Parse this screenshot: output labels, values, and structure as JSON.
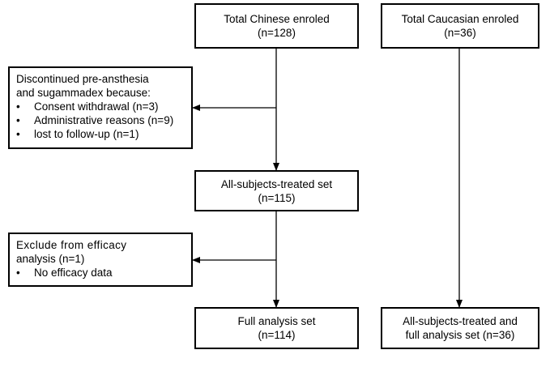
{
  "boxes": {
    "chinese_enroled": {
      "line1": "Total Chinese enroled",
      "line2": "(n=128)"
    },
    "caucasian_enroled": {
      "line1": "Total Caucasian enroled",
      "line2": "(n=36)"
    },
    "discontinued": {
      "line1": "Discontinued pre-ansthesia",
      "line2": "and sugammadex because:",
      "items": [
        "Consent withdrawal (n=3)",
        "Administrative reasons (n=9)",
        "lost to follow-up (n=1)"
      ]
    },
    "all_subjects_treated": {
      "line1": "All-subjects-treated set",
      "line2": "(n=115)"
    },
    "excluded": {
      "line1": "Exclude from efficacy",
      "line2": "analysis (n=1)",
      "items": [
        "No efficacy data"
      ]
    },
    "full_analysis": {
      "line1": "Full analysis set",
      "line2": "(n=114)"
    },
    "caucasian_full": {
      "line1": "All-subjects-treated and",
      "line2": "full analysis set (n=36)"
    }
  }
}
